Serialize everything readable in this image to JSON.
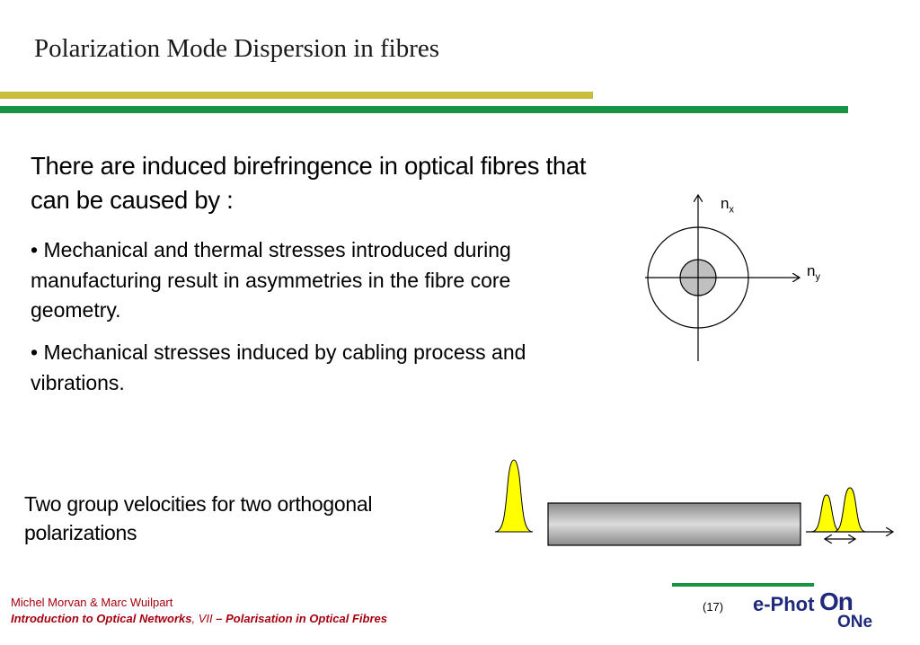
{
  "slide": {
    "title": "Polarization Mode Dispersion in fibres",
    "heading": "There are induced birefringence in optical fibres that can be caused by :",
    "bullets": [
      "• Mechanical and thermal stresses introduced during manufacturing result in asymmetries in the fibre core geometry.",
      "• Mechanical stresses induced by cabling process and vibrations."
    ],
    "subheading": "Two group velocities for two orthogonal polarizations"
  },
  "diagram": {
    "axis_x": {
      "base": "n",
      "sub": "y"
    },
    "axis_y": {
      "base": "n",
      "sub": "x"
    }
  },
  "footer": {
    "authors": "Michel Morvan & Marc Wuilpart",
    "course": "Introduction to Optical Networks",
    "separator": ", ",
    "chapter": "VII",
    "topic": " – Polarisation in Optical Fibres",
    "page": "(17)"
  },
  "logo": {
    "part1": "e-Phot",
    "part2": "On",
    "part3": "ONe"
  },
  "colors": {
    "olive_bar": "#c8bd3c",
    "green_bar": "#169443",
    "pulse_fill": "#ffff00",
    "footer_text": "#a50010",
    "logo_blue": "#1f2a7a"
  }
}
